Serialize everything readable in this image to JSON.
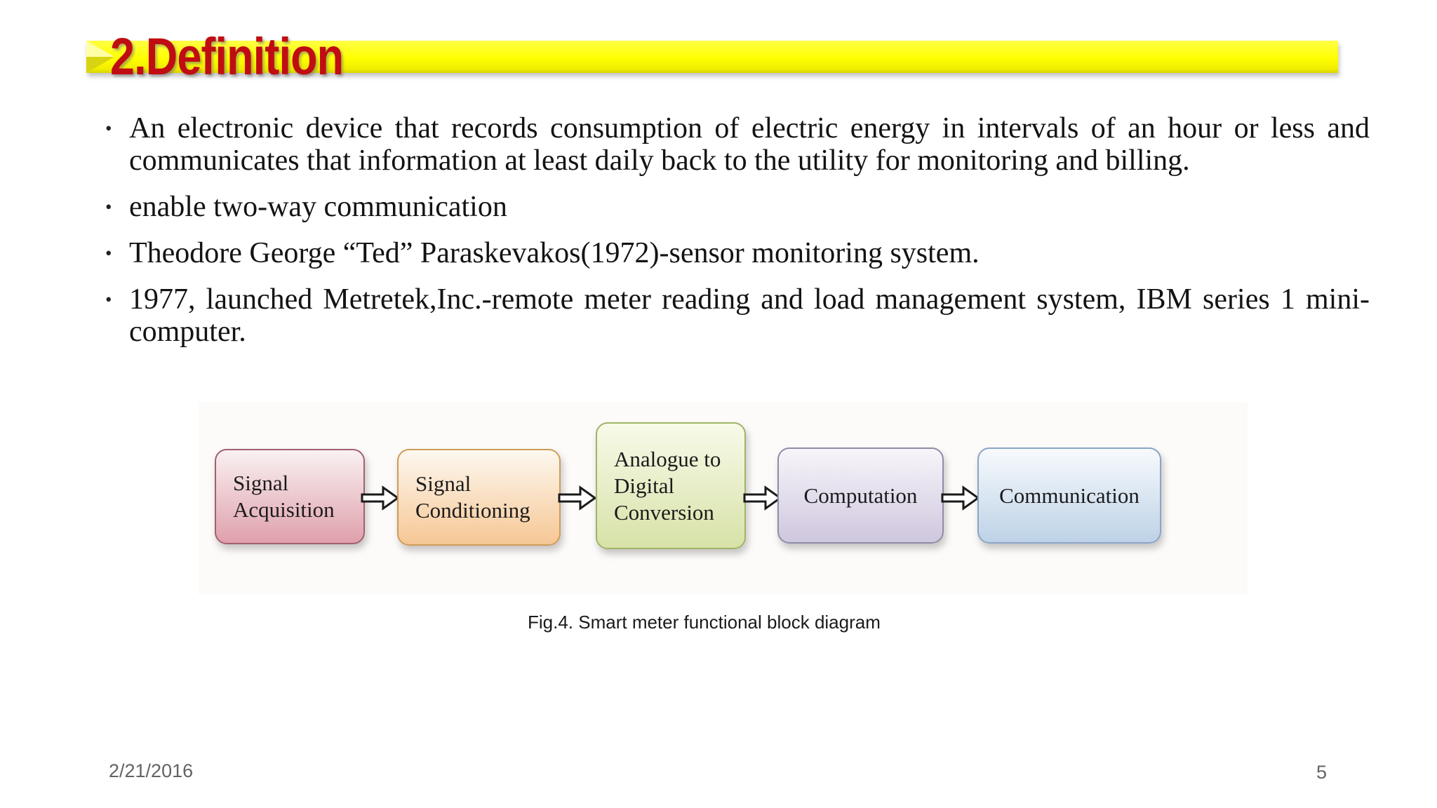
{
  "slide": {
    "title": "2.Definition",
    "bullet_char": "•",
    "bullets": [
      "An electronic device that records consumption of electric energy in intervals of an hour or less and communicates that information at least daily back to the utility for monitoring and billing.",
      "enable two-way communication",
      "Theodore George “Ted” Paraskevakos(1972)-sensor monitoring system.",
      "1977, launched Metretek,Inc.-remote meter reading and load management system, IBM series 1 mini-computer."
    ],
    "figure": {
      "caption": "Fig.4. Smart meter functional block diagram",
      "blocks": [
        {
          "label": "Signal Acquisition",
          "fill_top": "#f9f1f2",
          "fill_bottom": "#dfa0ab",
          "border": "#a4606f"
        },
        {
          "label": "Signal Conditioning",
          "fill_top": "#fdf8f0",
          "fill_bottom": "#f6c795",
          "border": "#cf9c57"
        },
        {
          "label": "Analogue to Digital Conversion",
          "fill_top": "#f8fae9",
          "fill_bottom": "#d7e2a8",
          "border": "#9fb465"
        },
        {
          "label": "Computation",
          "fill_top": "#f7f5fa",
          "fill_bottom": "#cfc7de",
          "border": "#908ca8"
        },
        {
          "label": "Communication",
          "fill_top": "#f7fafd",
          "fill_bottom": "#bed2e7",
          "border": "#8aa5c6"
        }
      ]
    },
    "footer": {
      "date": "2/21/2016",
      "page": "5"
    }
  },
  "colors": {
    "title_text": "#c00d12",
    "highlight_bar": "#ffff00",
    "body_text": "#131313",
    "footer_text": "#636363"
  }
}
